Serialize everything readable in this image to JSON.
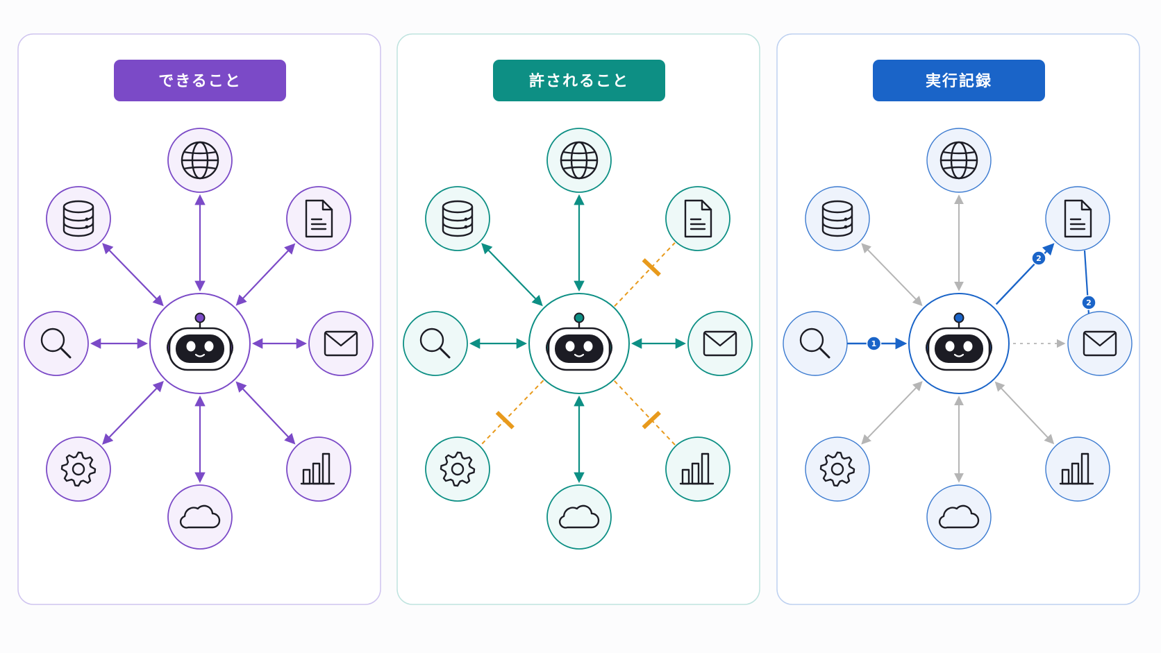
{
  "panels": [
    {
      "title": "できること",
      "color": "#7b4ac7",
      "circle_fill": "#f6f0fc",
      "panel_border": "#cfc4ef"
    },
    {
      "title": "許されること",
      "color": "#0d8f84",
      "circle_fill": "#eef9f8",
      "panel_border": "#bfe3df",
      "blocked_color": "#e89a1c",
      "blocked_tools": [
        "document",
        "settings",
        "chart"
      ]
    },
    {
      "title": "実行記録",
      "color": "#1a64c8",
      "circle_fill": "#eef3fc",
      "panel_border": "#bdd0f0",
      "inactive_color": "#b5b5b5",
      "trace_steps": [
        {
          "label": "1",
          "from": "search",
          "to": "robot"
        },
        {
          "label": "2",
          "from": "robot",
          "to": "document"
        },
        {
          "label": "2",
          "from": "document",
          "to": "mail"
        }
      ]
    }
  ],
  "tools": [
    {
      "id": "globe",
      "icon": "globe-icon"
    },
    {
      "id": "document",
      "icon": "document-icon"
    },
    {
      "id": "mail",
      "icon": "mail-icon"
    },
    {
      "id": "chart",
      "icon": "bar-chart-icon"
    },
    {
      "id": "cloud",
      "icon": "cloud-icon"
    },
    {
      "id": "settings",
      "icon": "gear-icon"
    },
    {
      "id": "search",
      "icon": "search-icon"
    },
    {
      "id": "database",
      "icon": "database-icon"
    }
  ],
  "center": {
    "icon": "robot-icon"
  }
}
